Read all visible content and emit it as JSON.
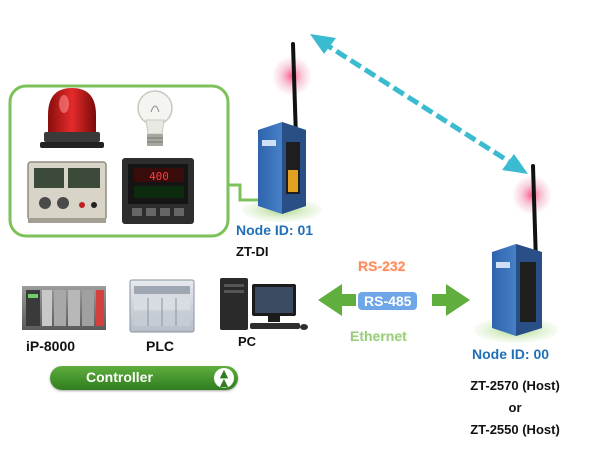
{
  "remote_node": {
    "node_id_label": "Node ID: 01",
    "model": "ZT-DI"
  },
  "host_node": {
    "node_id_label": "Node ID: 00",
    "model_primary": "ZT-2570 (Host)",
    "separator": "or",
    "model_alternate": "ZT-2550 (Host)"
  },
  "interfaces": [
    {
      "label": "RS-232",
      "color": "#ff8a5c"
    },
    {
      "label": "RS-485",
      "color": "#6ea6e8"
    },
    {
      "label": "Ethernet",
      "color": "#9ccd7f"
    }
  ],
  "controllers": [
    {
      "label": "iP-8000"
    },
    {
      "label": "PLC"
    },
    {
      "label": "PC"
    }
  ],
  "controller_button": {
    "label": "Controller",
    "icon": "double-chevron-up-icon"
  },
  "field_devices": [
    {
      "icon": "warning-beacon-icon"
    },
    {
      "icon": "light-bulb-icon"
    },
    {
      "icon": "power-supply-icon"
    },
    {
      "icon": "temperature-controller-icon",
      "readout": "400"
    }
  ],
  "colors": {
    "link_arrow": "#3bbbd0",
    "device_frame": "#7cc15a",
    "node_id_text": "#1f6fb8",
    "antenna_glow": "#f2a3bd",
    "module_body": "#3a78c4"
  }
}
